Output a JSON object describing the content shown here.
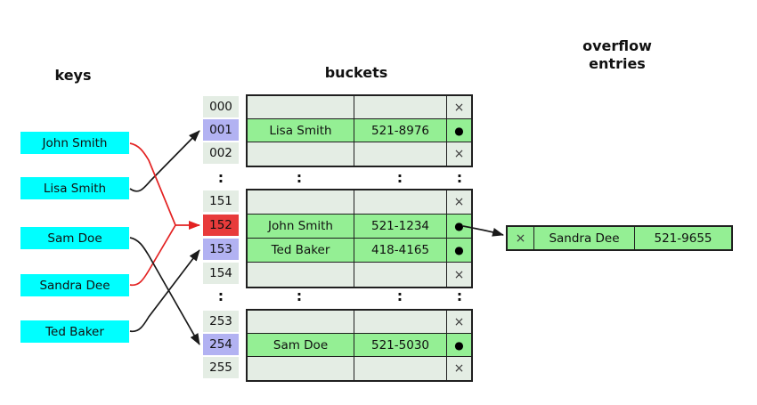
{
  "labels": {
    "keys": "keys",
    "buckets": "buckets",
    "overflow_line1": "overflow",
    "overflow_line2": "entries",
    "ellipsis": ":"
  },
  "colors": {
    "key-box": "#00ffff",
    "empty-cell": "#e4ede4",
    "filled-cell": "#94ef94",
    "highlight-index": "#b2b2f2",
    "collision-index": "#e83b3b",
    "border": "#1f1f1f",
    "line": "#1a1a1a",
    "red-line": "#e32222"
  },
  "keys": {
    "john": "John Smith",
    "lisa": "Lisa Smith",
    "sam": "Sam Doe",
    "sandra": "Sandra Dee",
    "ted": "Ted Baker"
  },
  "buckets": {
    "indices": [
      "000",
      "001",
      "002",
      "151",
      "152",
      "153",
      "154",
      "253",
      "254",
      "255"
    ],
    "entries": {
      "lisa": {
        "name": "Lisa Smith",
        "phone": "521-8976"
      },
      "john": {
        "name": "John Smith",
        "phone": "521-1234"
      },
      "ted": {
        "name": "Ted Baker",
        "phone": "418-4165"
      },
      "sam": {
        "name": "Sam Doe",
        "phone": "521-5030"
      }
    },
    "empty_marker": "×",
    "pointer_marker": "●"
  },
  "overflow": {
    "del_marker": "×",
    "name": "Sandra Dee",
    "phone": "521-9655"
  }
}
